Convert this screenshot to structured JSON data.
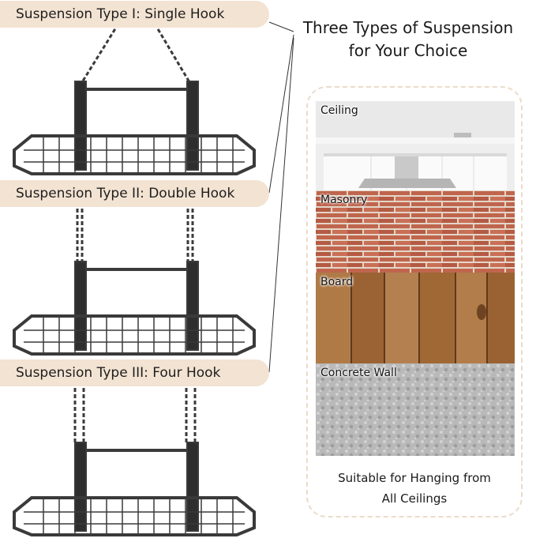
{
  "labels": {
    "type1": "Suspension Type I: Single Hook",
    "type2": "Suspension Type II: Double Hook",
    "type3": "Suspension Type III: Four Hook"
  },
  "heading": {
    "line1": "Three Types of Suspension",
    "line2": "for Your Choice"
  },
  "surfaces": [
    {
      "name": "Ceiling"
    },
    {
      "name": "Masonry"
    },
    {
      "name": "Board"
    },
    {
      "name": "Concrete Wall"
    }
  ],
  "caption": {
    "line1": "Suitable for Hanging from",
    "line2": "All Ceilings"
  },
  "colors": {
    "label_bg": "#f3e3d2",
    "rack": "#3a3a3a",
    "panel_border": "#ebdcc9"
  }
}
